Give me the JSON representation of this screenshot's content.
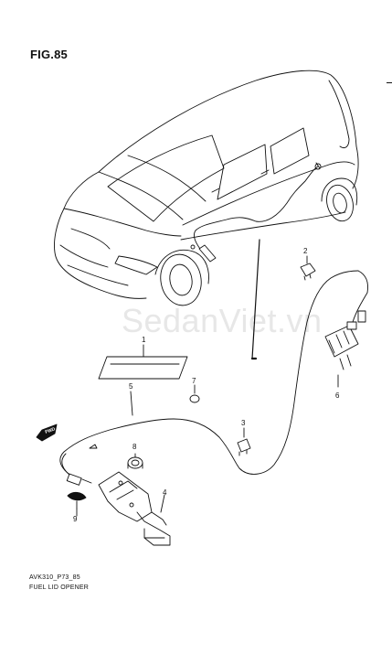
{
  "figure": {
    "title": "FIG.85"
  },
  "watermark": "SedanViet.vn",
  "direction_marker": {
    "label": "FWD"
  },
  "callouts": [
    {
      "id": "1",
      "part": "pad"
    },
    {
      "id": "2",
      "part": "clip"
    },
    {
      "id": "3",
      "part": "clip"
    },
    {
      "id": "4",
      "part": "bracket"
    },
    {
      "id": "5",
      "part": "cable"
    },
    {
      "id": "6",
      "part": "fuel-lid-actuator"
    },
    {
      "id": "7",
      "part": "plug"
    },
    {
      "id": "8",
      "part": "grommet"
    },
    {
      "id": "9",
      "part": "clip"
    }
  ],
  "footer": {
    "code": "AVK310_P73_85",
    "caption": "FUEL LID OPENER"
  }
}
